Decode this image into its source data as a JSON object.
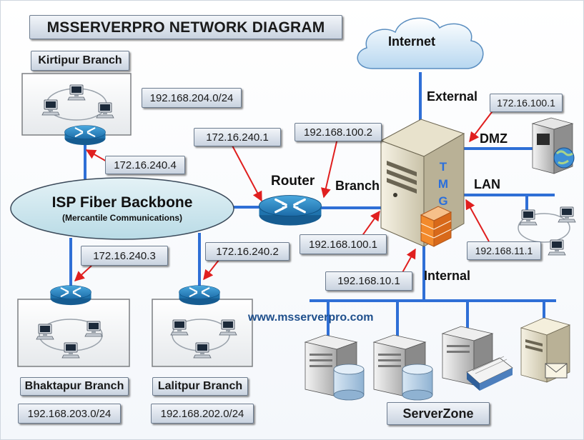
{
  "title": "MSSERVERPRO NETWORK DIAGRAM",
  "cloud_label": "Internet",
  "backbone": {
    "title": "ISP Fiber Backbone",
    "subtitle": "(Mercantile Communications)"
  },
  "router_label": "Router",
  "tmg_letters": [
    "T",
    "M",
    "G"
  ],
  "interfaces": {
    "external": "External",
    "dmz": "DMZ",
    "lan": "LAN",
    "branch": "Branch",
    "internal": "Internal"
  },
  "branches": {
    "kirtipur": {
      "name": "Kirtipur Branch",
      "subnet": "192.168.204.0/24",
      "router_ip": "172.16.240.4"
    },
    "bhaktapur": {
      "name": "Bhaktapur Branch",
      "subnet": "192.168.203.0/24",
      "router_ip": "172.16.240.3"
    },
    "lalitpur": {
      "name": "Lalitpur Branch",
      "subnet": "192.168.202.0/24",
      "router_ip": "172.16.240.2"
    }
  },
  "ips": {
    "router_backbone": "172.16.240.1",
    "router_tmg": "192.168.100.2",
    "tmg_branch": "192.168.100.1",
    "tmg_dmz": "172.16.100.1",
    "tmg_lan": "192.168.11.1",
    "tmg_internal": "192.168.10.1"
  },
  "website": "www.msserverpro.com",
  "server_zone": "ServerZone",
  "colors": {
    "link": "#2f6fd6",
    "arrow": "#e01f1f",
    "label_border": "#6d7c8f",
    "tmg_text": "#2a6fdc",
    "website": "#1e4f8c"
  }
}
